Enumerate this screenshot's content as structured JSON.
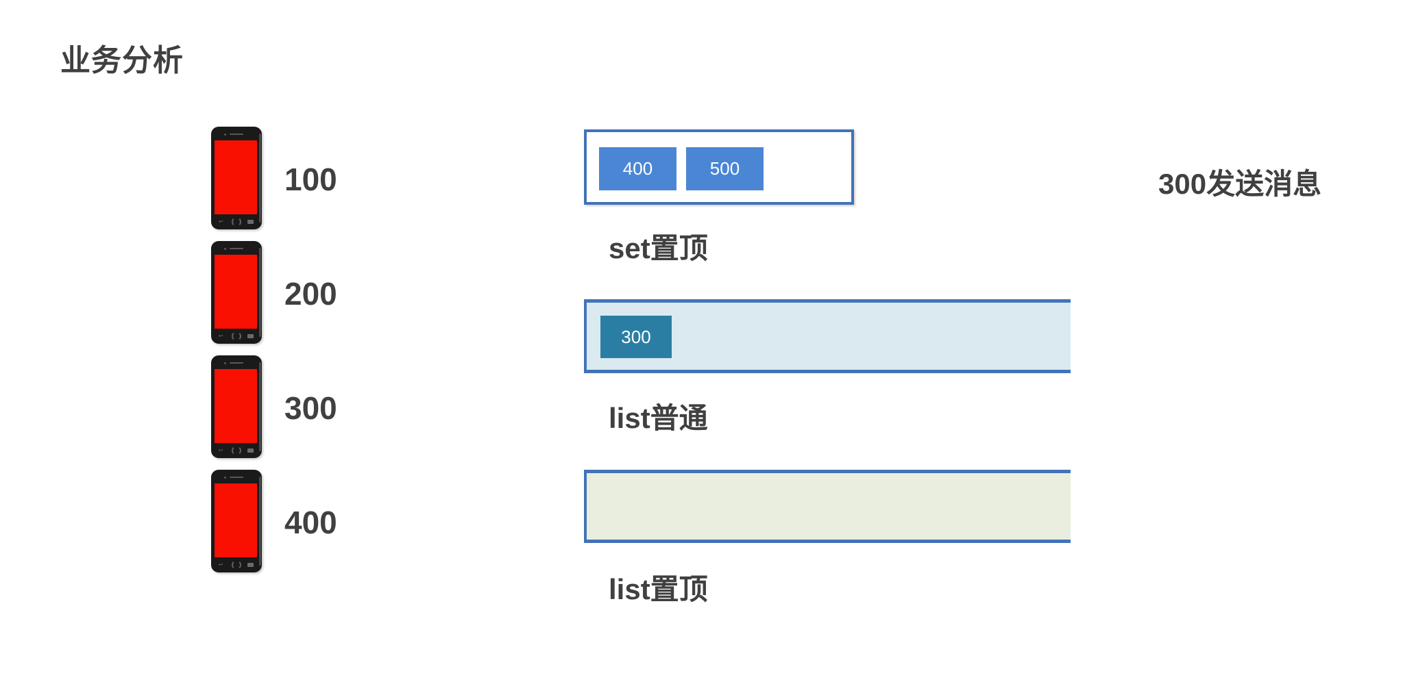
{
  "page": {
    "title": "业务分析",
    "background_color": "#ffffff",
    "text_color": "#404040"
  },
  "colors": {
    "phone_screen_red": "#fa1000",
    "panel_border_blue": "#4273b9",
    "chip_blue": "#4a86d4",
    "chip_teal": "#2b7ea3",
    "list_normal_fill": "#daeaf0",
    "list_top_fill": "#e9eede"
  },
  "phone_list": {
    "items": [
      {
        "icon": "smartphone-icon",
        "value": "100"
      },
      {
        "icon": "smartphone-icon",
        "value": "200"
      },
      {
        "icon": "smartphone-icon",
        "value": "300"
      },
      {
        "icon": "smartphone-icon",
        "value": "400"
      }
    ]
  },
  "panels": [
    {
      "id": "set-top",
      "caption": "set置顶",
      "chips": [
        {
          "label": "400"
        },
        {
          "label": "500"
        }
      ]
    },
    {
      "id": "list-normal",
      "caption": "list普通",
      "chips": [
        {
          "label": "300"
        }
      ]
    },
    {
      "id": "list-top",
      "caption": "list置顶",
      "chips": []
    }
  ],
  "annotation": {
    "text": "300发送消息"
  }
}
